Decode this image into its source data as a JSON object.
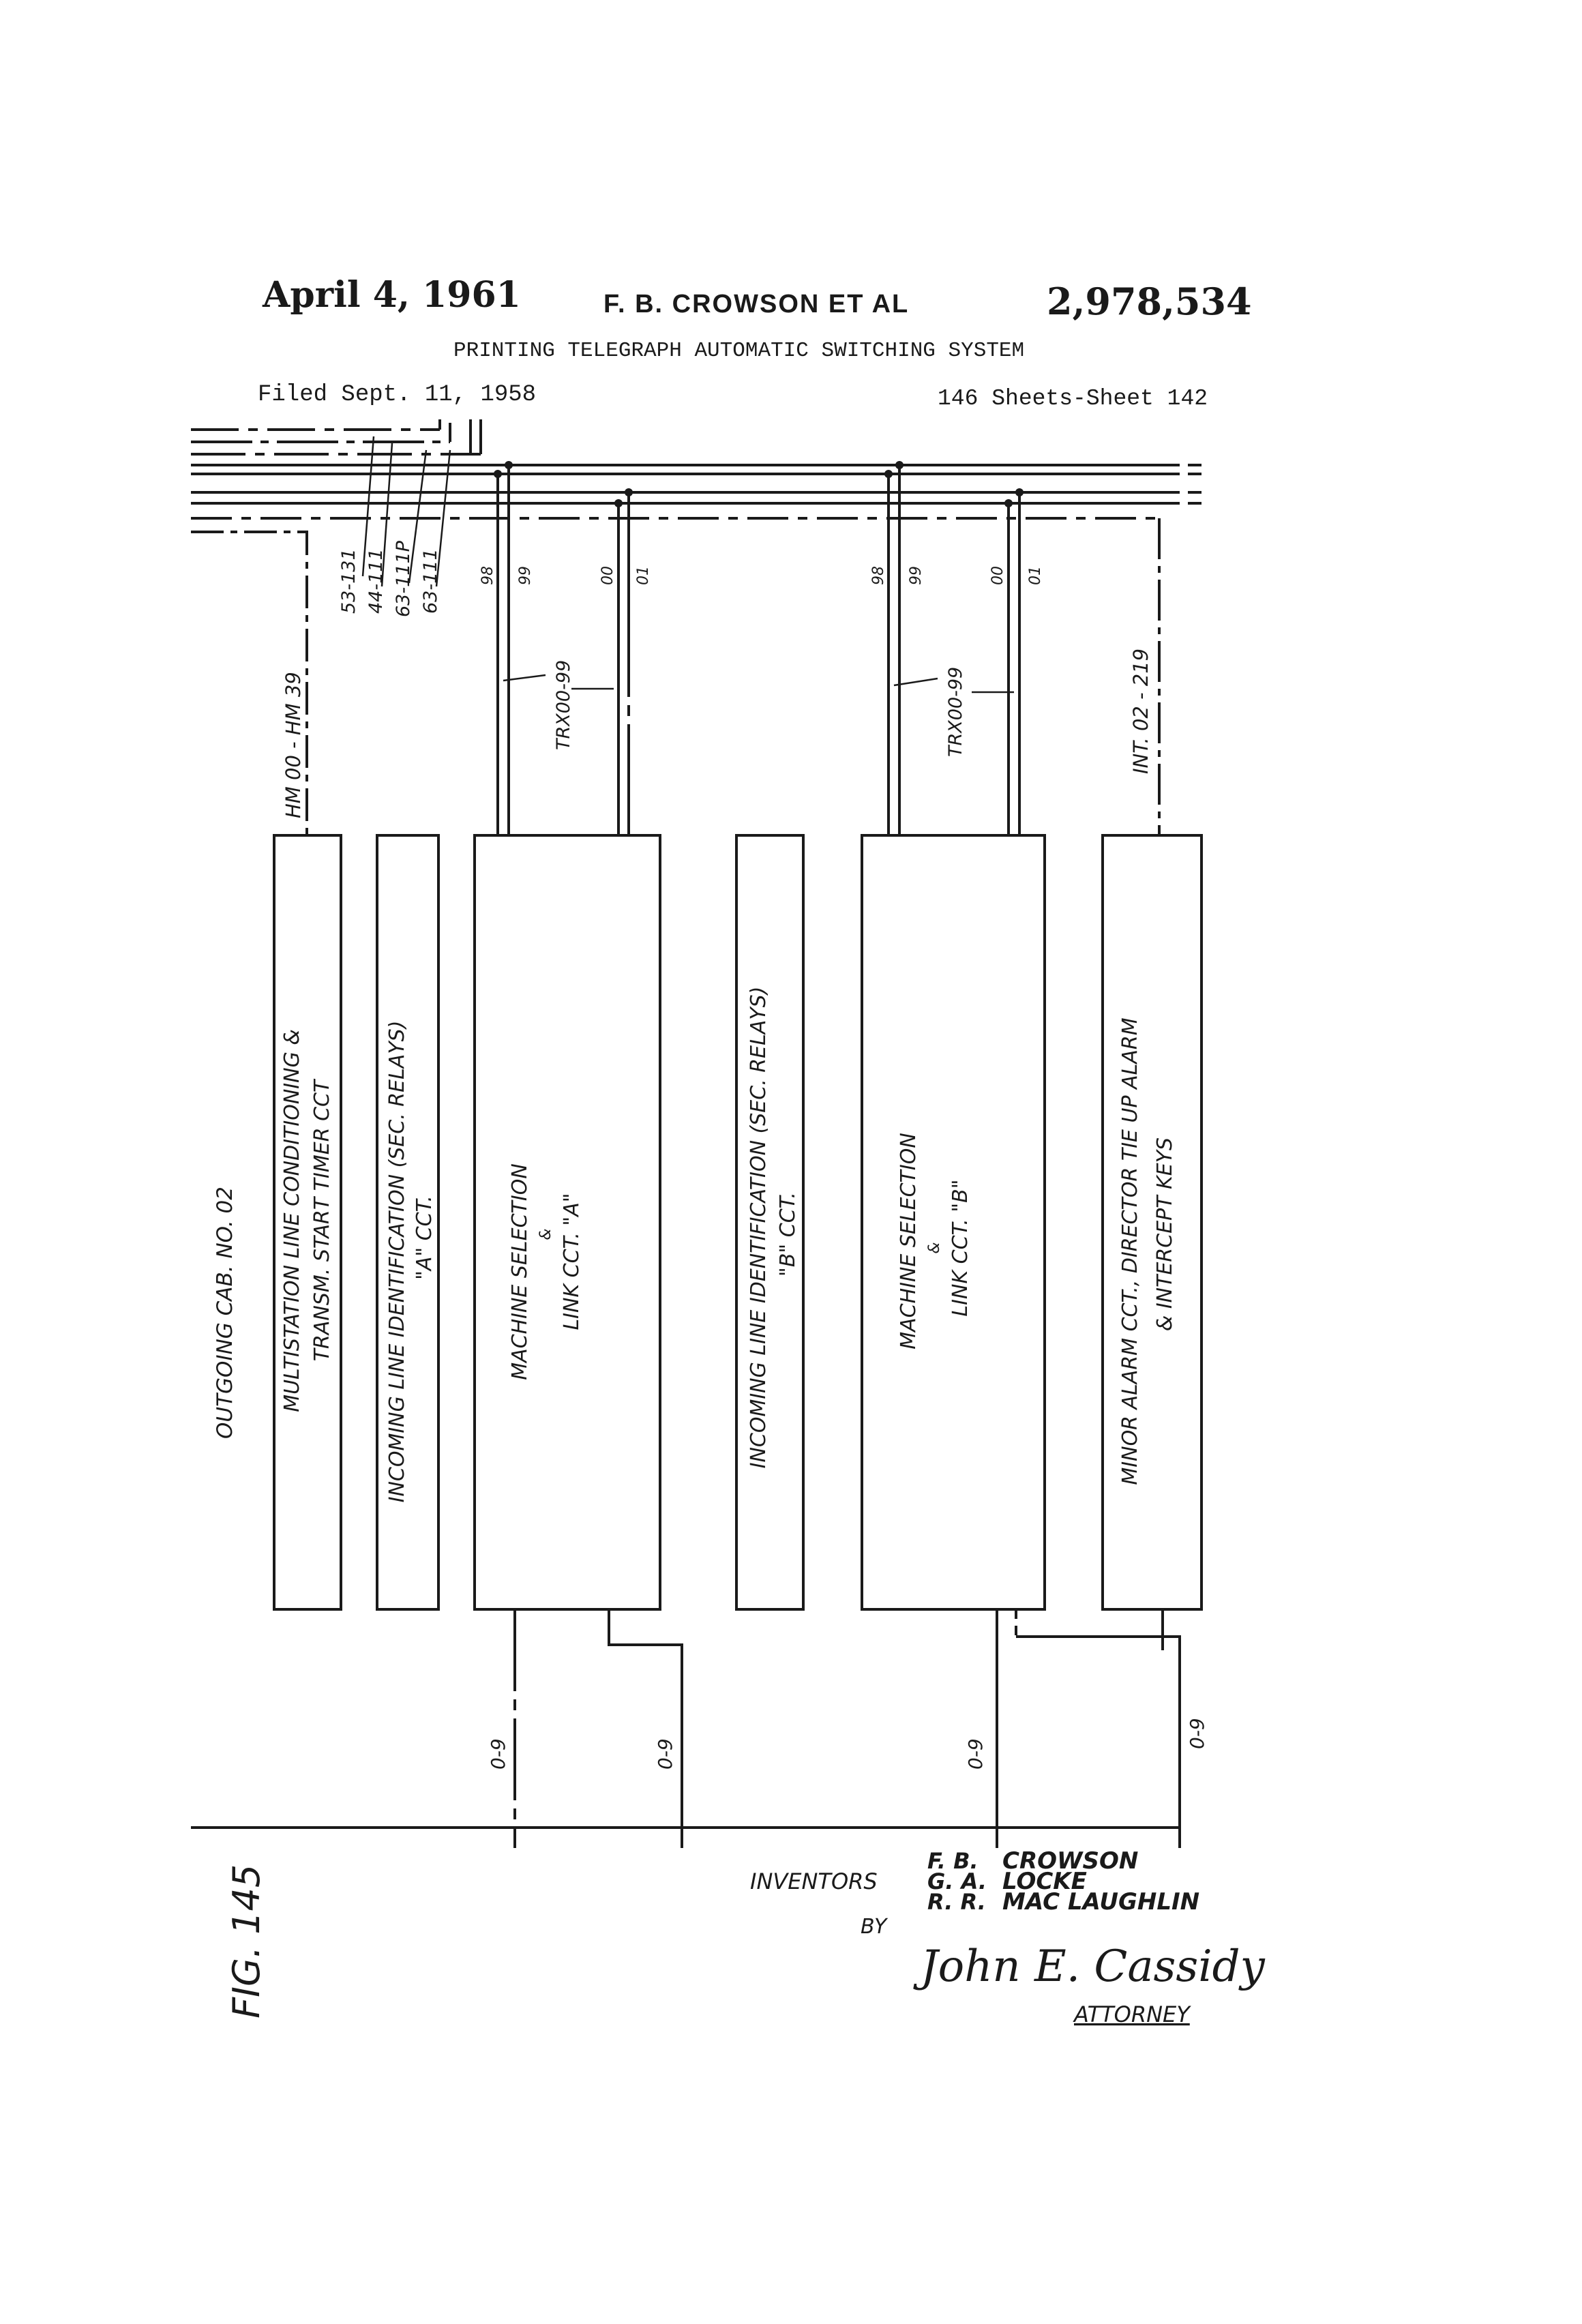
{
  "header": {
    "date": "April 4, 1961",
    "inventors_short": "F. B. CROWSON ET AL",
    "patent_number": "2,978,534",
    "title": "PRINTING TELEGRAPH AUTOMATIC SWITCHING SYSTEM",
    "filed": "Filed Sept. 11, 1958",
    "sheets": "146 Sheets-Sheet 142"
  },
  "diagram": {
    "cabinet_label": "OUTGOING CAB. NO. 02",
    "bus_refs": [
      "53-131",
      "44-111",
      "63-111P",
      "63-111"
    ],
    "wire_numbers_a": [
      "98",
      "99",
      "00",
      "01"
    ],
    "wire_numbers_b": [
      "98",
      "99",
      "00",
      "01"
    ],
    "cable_hm": "HM 00 - HM 39",
    "cable_trx_a": "TRX00-99",
    "cable_trx_b": "TRX00-99",
    "cable_int": "INT. 02 - 219",
    "boxes": [
      {
        "line1": "MULTISTATION   LINE   CONDITIONING   &",
        "line2": "TRANSM.  START  TIMER  CCT"
      },
      {
        "line1": "INCOMING   LINE   IDENTIFICATION    (SEC.  RELAYS)",
        "line2": "\"A\"  CCT."
      },
      {
        "line1": "MACHINE  SELECTION",
        "line2": "&",
        "line3": "LINK  CCT.  \"A\""
      },
      {
        "line1": "INCOMING   LINE   IDENTIFICATION    (SEC. RELAYS)",
        "line2": "\"B\"  CCT."
      },
      {
        "line1": "MACHINE  SELECTION",
        "line2": "&",
        "line3": "LINK  CCT.  \"B\""
      },
      {
        "line1": "MINOR   ALARM  CCT.,  DIRECTOR  TIE  UP  ALARM",
        "line2": "&   INTERCEPT   KEYS"
      }
    ],
    "bottom_refs": [
      "0-9",
      "0-9",
      "0-9",
      "0-9"
    ],
    "figure_label": "FIG. 145"
  },
  "signature_block": {
    "inventors_label": "INVENTORS",
    "inventor_initials": [
      "F. B.",
      "G. A.",
      "R. R."
    ],
    "inventor_names": [
      "CROWSON",
      "LOCKE",
      "MAC LAUGHLIN"
    ],
    "by": "BY",
    "attorney_signature": "John E. Cassidy",
    "attorney_label": "ATTORNEY"
  }
}
